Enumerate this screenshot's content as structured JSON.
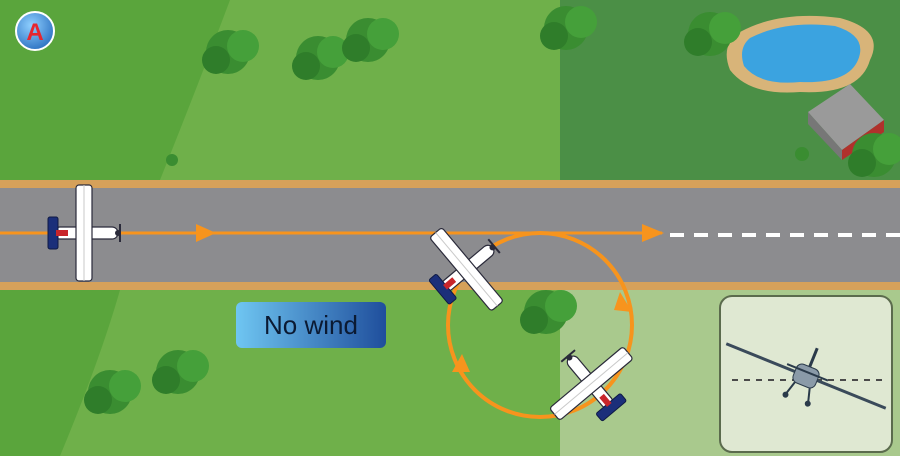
{
  "panel_badge": {
    "letter": "A"
  },
  "wind_label": {
    "text": "No wind"
  },
  "colors": {
    "grass_dark": "#3f8f2e",
    "grass_light": "#7fbf4a",
    "grass_pale": "#a9c98d",
    "road": "#8c8c8f",
    "road_edge": "#d6a15a",
    "path": "#f7941d",
    "label_gradient_start": "#6fc6f2",
    "label_gradient_end": "#1f5aa8",
    "water": "#3ba3e0",
    "tree": "#3c9a33"
  },
  "icons": {
    "airplane": "top-view-cessna",
    "inset": "rear-view-airplane-bank",
    "badge": "circle-letter"
  }
}
